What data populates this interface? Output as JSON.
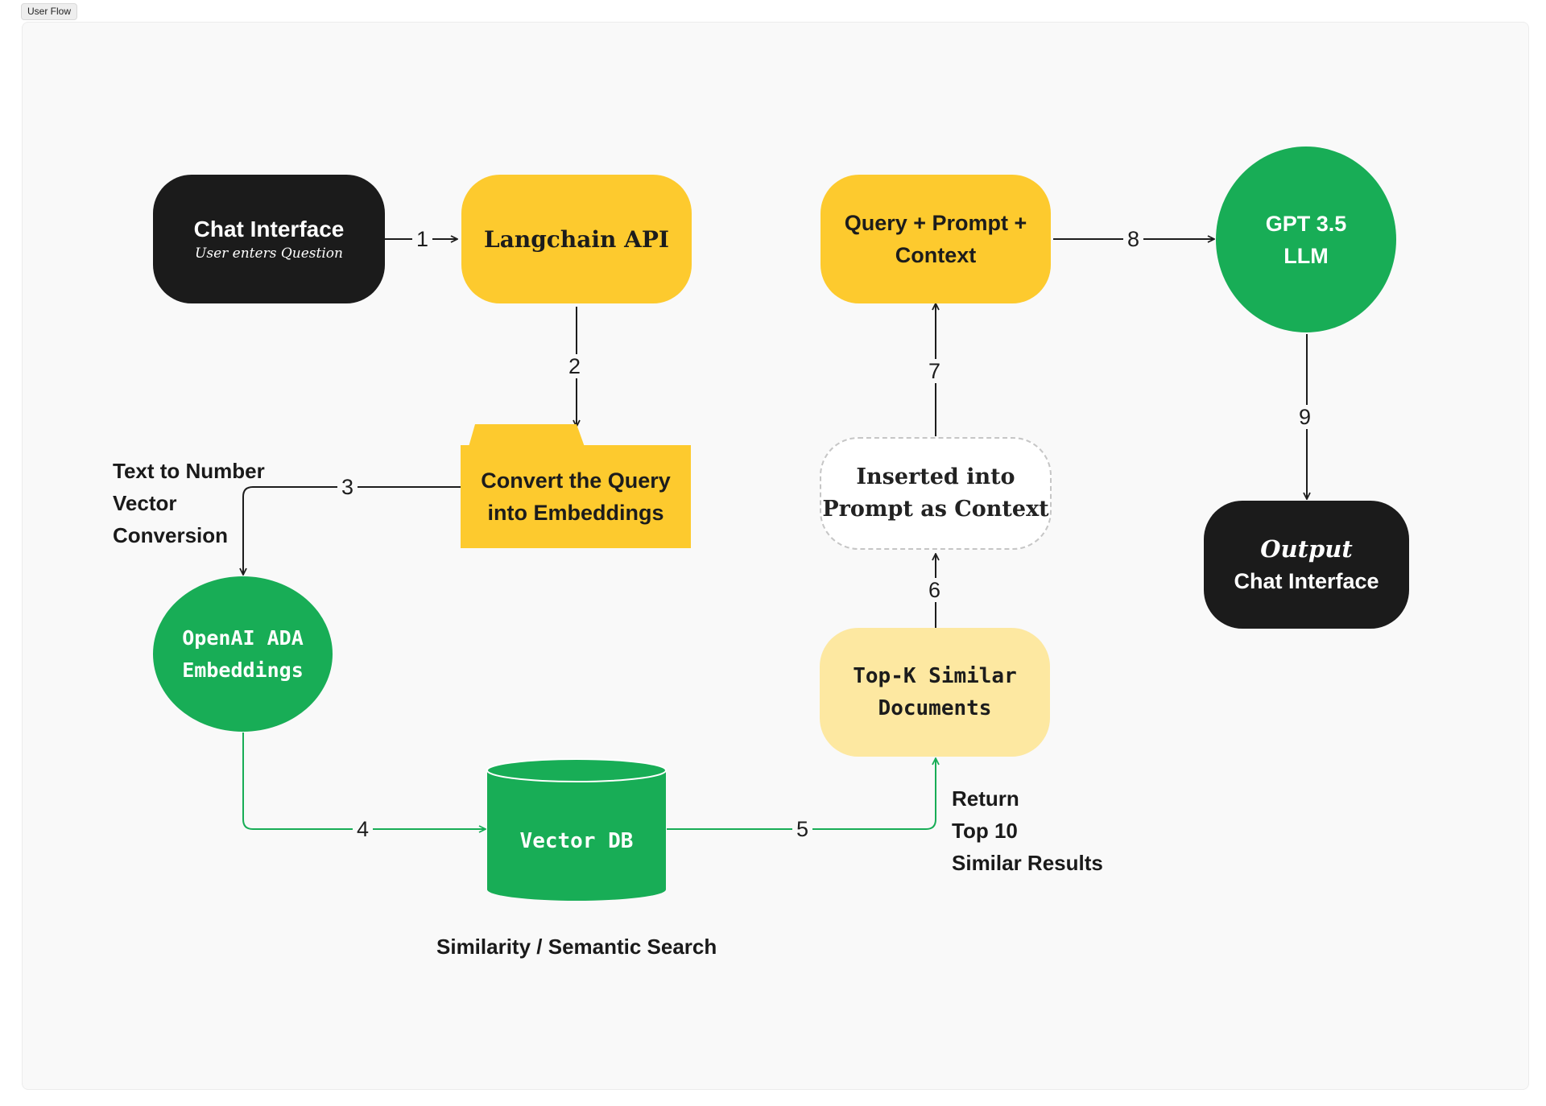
{
  "frame_label": "User Flow",
  "nodes": {
    "chat_interface": {
      "title": "Chat Interface",
      "subtitle": "User enters Question"
    },
    "langchain_api": {
      "title": "Langchain API"
    },
    "convert_query": {
      "line1": "Convert the Query",
      "line2": "into Embeddings"
    },
    "openai_ada": {
      "line1": "OpenAI ADA",
      "line2": "Embeddings"
    },
    "vector_db": {
      "title": "Vector DB"
    },
    "top_k": {
      "line1": "Top-K Similar",
      "line2": "Documents"
    },
    "inserted": {
      "line1": "Inserted into",
      "line2": "Prompt as Context"
    },
    "query_prompt": {
      "line1": "Query + Prompt +",
      "line2": "Context"
    },
    "gpt": {
      "line1": "GPT 3.5",
      "line2": "LLM"
    },
    "output": {
      "line1": "Output",
      "line2": "Chat Interface"
    }
  },
  "steps": [
    "1",
    "2",
    "3",
    "4",
    "5",
    "6",
    "7",
    "8",
    "9"
  ],
  "annotations": {
    "text_to_number": [
      "Text to Number",
      "Vector",
      "Conversion"
    ],
    "return_top": [
      "Return",
      "Top 10",
      "Similar Results"
    ],
    "similarity_search": "Similarity / Semantic Search"
  },
  "colors": {
    "black": "#1b1b1b",
    "yellow": "#fdca2e",
    "pale_yellow": "#fde8a1",
    "green": "#18ad56",
    "connector": "#1d1d1d",
    "green_connector": "#18ad56"
  }
}
